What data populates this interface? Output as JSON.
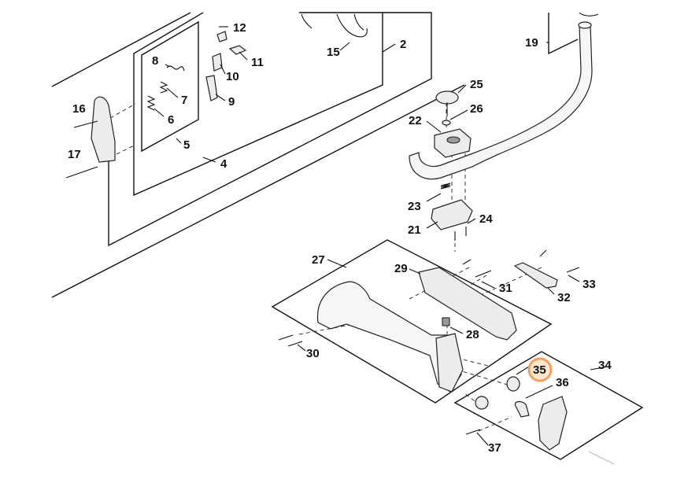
{
  "diagram": {
    "highlight_color": "#f0a060",
    "highlighted_label": "35",
    "labels": {
      "p2": "2",
      "p4": "4",
      "p5": "5",
      "p6": "6",
      "p7": "7",
      "p8": "8",
      "p9": "9",
      "p10": "10",
      "p11": "11",
      "p12": "12",
      "p15": "15",
      "p16": "16",
      "p17": "17",
      "p19": "19",
      "p21": "21",
      "p22": "22",
      "p23": "23",
      "p24": "24",
      "p25": "25",
      "p26": "26",
      "p27": "27",
      "p28": "28",
      "p29": "29",
      "p30": "30",
      "p31": "31",
      "p32": "32",
      "p33": "33",
      "p34": "34",
      "p35": "35",
      "p36": "36",
      "p37": "37"
    }
  }
}
